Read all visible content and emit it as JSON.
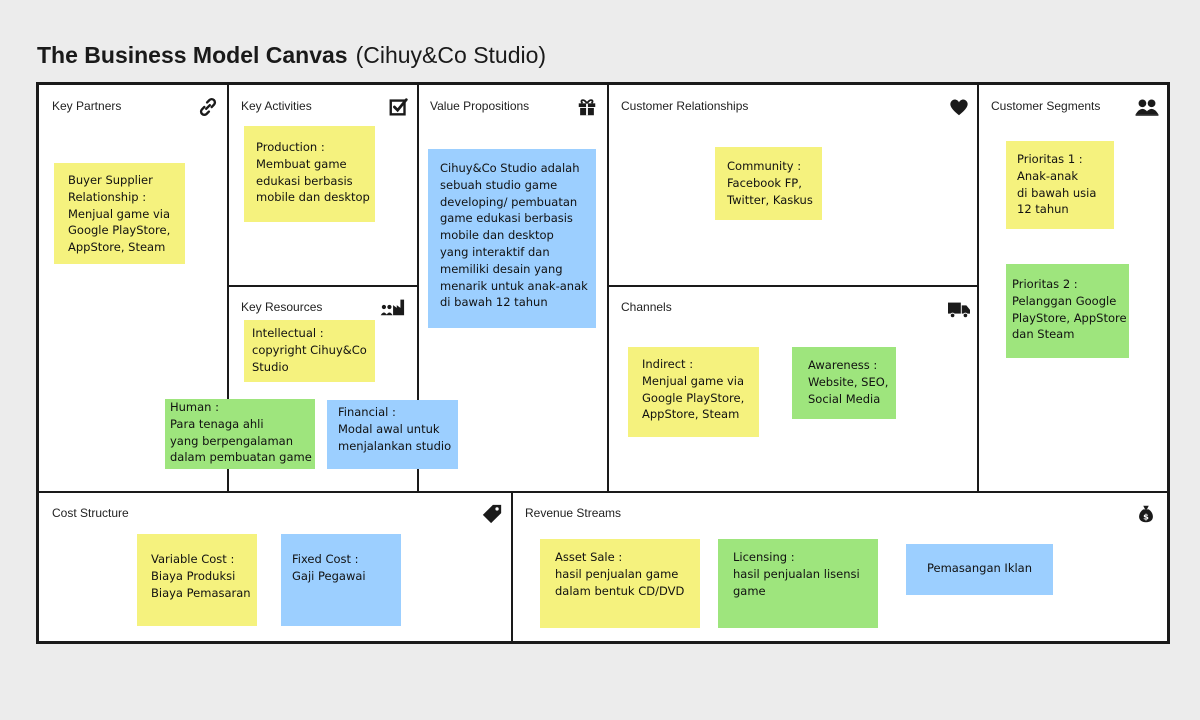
{
  "title": {
    "main": "The Business Model Canvas",
    "sub": "(Cihuy&Co Studio)"
  },
  "sections": {
    "key_partners": {
      "label": "Key Partners",
      "icon": "link-icon"
    },
    "key_activities": {
      "label": "Key Activities",
      "icon": "checkbox-icon"
    },
    "key_resources": {
      "label": "Key Resources",
      "icon": "people-factory-icon"
    },
    "value_propositions": {
      "label": "Value Propositions",
      "icon": "gift-icon"
    },
    "customer_relationships": {
      "label": "Customer Relationships",
      "icon": "heart-icon"
    },
    "channels": {
      "label": "Channels",
      "icon": "truck-icon"
    },
    "customer_segments": {
      "label": "Customer Segments",
      "icon": "users-icon"
    },
    "cost_structure": {
      "label": "Cost Structure",
      "icon": "tag-icon"
    },
    "revenue_streams": {
      "label": "Revenue Streams",
      "icon": "money-bag-icon"
    }
  },
  "notes": {
    "buyer_supplier": "Buyer Supplier\nRelationship :\nMenjual game via\nGoogle PlayStore,\nAppStore, Steam",
    "production": "Production :\nMembuat game\nedukasi berbasis\nmobile dan desktop",
    "intellectual": "Intellectual :\ncopyright Cihuy&Co\nStudio",
    "human": "Human :\nPara tenaga ahli\nyang berpengalaman\ndalam pembuatan game",
    "financial": "Financial :\nModal awal untuk\nmenjalankan studio",
    "value_main": "Cihuy&Co Studio adalah\nsebuah studio game\ndeveloping/ pembuatan\ngame edukasi berbasis\nmobile dan desktop\nyang interaktif dan\nmemiliki desain yang\nmenarik untuk anak-anak\ndi bawah 12 tahun",
    "community": "Community :\nFacebook FP,\nTwitter, Kaskus",
    "indirect": "Indirect :\nMenjual game via\nGoogle PlayStore,\nAppStore, Steam",
    "awareness": "Awareness :\nWebsite, SEO,\nSocial Media",
    "prioritas1": "Prioritas 1 :\nAnak-anak\ndi bawah usia\n12 tahun",
    "prioritas2": "Prioritas 2 :\nPelanggan Google\nPlayStore, AppStore\ndan Steam",
    "variable_cost": "Variable Cost :\nBiaya Produksi\nBiaya Pemasaran",
    "fixed_cost": "Fixed Cost :\nGaji Pegawai",
    "asset_sale": "Asset Sale :\nhasil penjualan game\ndalam bentuk CD/DVD",
    "licensing": "Licensing :\nhasil penjualan lisensi\ngame",
    "iklan": "Pemasangan Iklan"
  },
  "colors": {
    "yellow": "#f5f27e",
    "green": "#9ee57d",
    "blue": "#9ccfff",
    "border": "#1a1a1a",
    "background": "#ececec"
  }
}
